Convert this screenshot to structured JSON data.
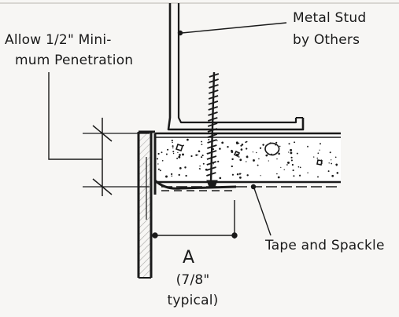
{
  "labels": {
    "metal_stud": [
      "Metal Stud",
      "by Others"
    ],
    "penetration": [
      "Allow 1/2\" Mini-",
      "mum Penetration"
    ],
    "tape_spackle": "Tape and Spackle",
    "dimension_letter": "A",
    "dimension_note": [
      "(7/8\"",
      "typical)"
    ]
  },
  "colors": {
    "ink": "#1a1a1a",
    "background": "#f7f6f4"
  }
}
